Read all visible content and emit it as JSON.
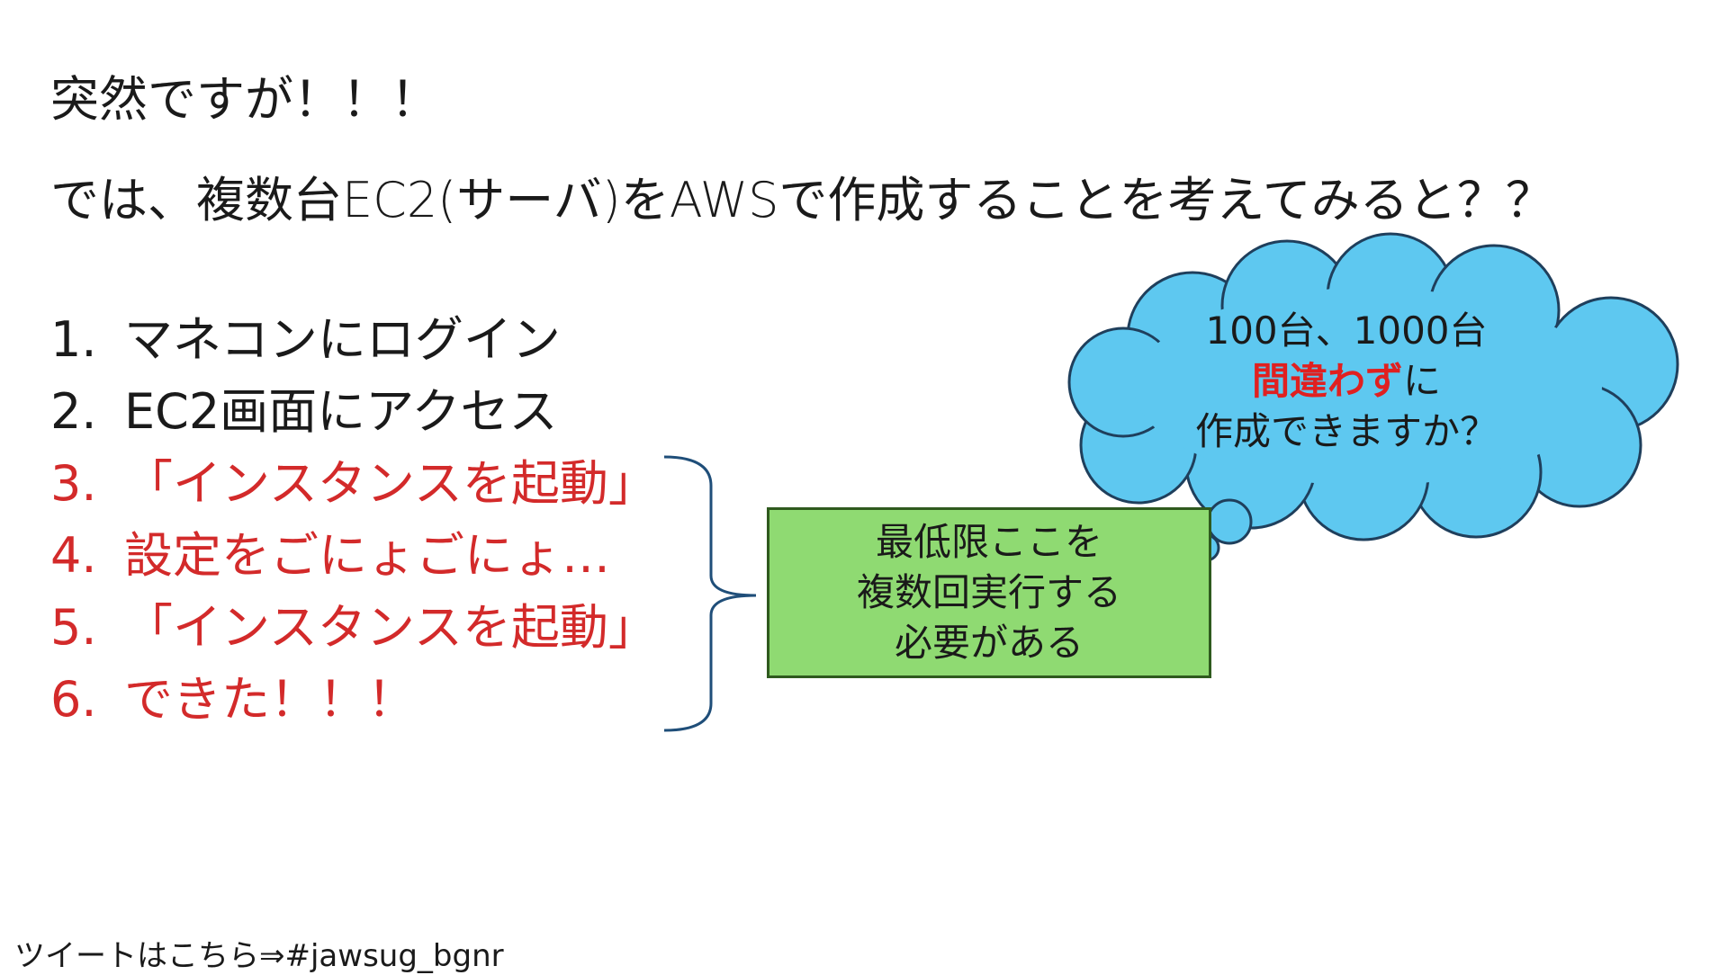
{
  "slide": {
    "intro": "突然ですが！！！",
    "question": "では、複数台EC2(サーバ)をAWSで作成することを考えてみると？？",
    "steps": [
      {
        "num": "1.",
        "text": "マネコンにログイン"
      },
      {
        "num": "2.",
        "text": "EC2画面にアクセス"
      },
      {
        "num": "3.",
        "text": "「インスタンスを起動」"
      },
      {
        "num": "4.",
        "text": "設定をごにょごにょ…"
      },
      {
        "num": "5.",
        "text": "「インスタンスを起動」"
      },
      {
        "num": "6.",
        "text": "できた！！！"
      }
    ],
    "note": {
      "line1": "最低限ここを",
      "line2": "複数回実行する",
      "line3": "必要がある"
    },
    "cloud": {
      "line1": "100台、1000台",
      "line2_emphasis": "間違わず",
      "line2_rest": "に",
      "line3": "作成できますか？"
    },
    "footer": "ツイートはこちら⇒#jawsug_bgnr"
  },
  "colors": {
    "repeat_steps": "#d32a2a",
    "emphasis": "#e02020",
    "note_fill": "#8fda72",
    "cloud_fill": "#5ec8f0",
    "brace": "#1f4e79"
  }
}
